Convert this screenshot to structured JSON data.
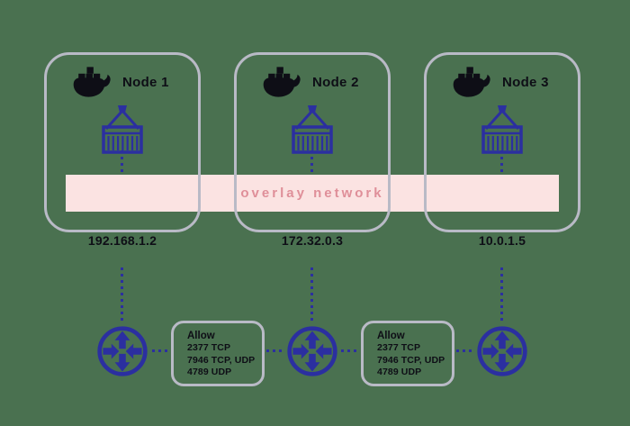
{
  "colors": {
    "background": "#4a7150",
    "indigo": "#2b2fa0",
    "ink": "#0e0e16",
    "box_border": "#b9bac6",
    "band_fill": "#fbe3e2",
    "band_text": "#df8f99"
  },
  "nodes": [
    {
      "label": "Node 1",
      "ip": "192.168.1.2"
    },
    {
      "label": "Node 2",
      "ip": "172.32.0.3"
    },
    {
      "label": "Node 3",
      "ip": "10.0.1.5"
    }
  ],
  "overlay": {
    "label": "overlay network"
  },
  "firewall_rules": [
    {
      "title": "Allow",
      "lines": [
        "2377 TCP",
        "7946 TCP, UDP",
        "4789 UDP"
      ]
    },
    {
      "title": "Allow",
      "lines": [
        "2377 TCP",
        "7946 TCP, UDP",
        "4789 UDP"
      ]
    }
  ],
  "icons": {
    "whale": "docker-whale-icon",
    "container": "container-crane-icon",
    "router": "router-icon"
  }
}
